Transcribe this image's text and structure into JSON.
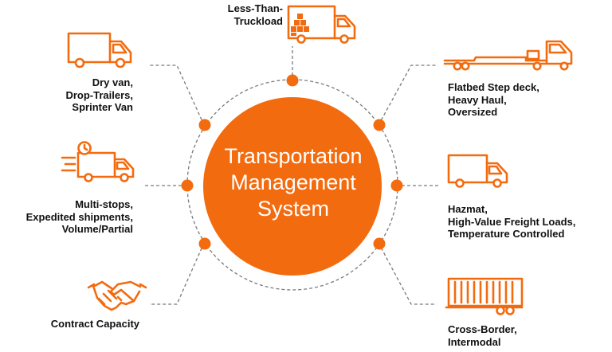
{
  "colors": {
    "accent": "#f36b0f",
    "text": "#111111",
    "dashed": "#7a7a7a"
  },
  "center": {
    "lines": [
      "Transportation",
      "Management",
      "System"
    ]
  },
  "categories": [
    {
      "id": "ltl",
      "icon": "small-delivery-truck-icon",
      "lines": [
        "Less-Than-",
        "Truckload"
      ]
    },
    {
      "id": "dry-van",
      "icon": "box-truck-icon",
      "lines": [
        "Dry van,",
        "Drop-Trailers,",
        "Sprinter Van"
      ]
    },
    {
      "id": "flatbed",
      "icon": "flatbed-truck-icon",
      "lines": [
        "Flatbed Step deck,",
        "Heavy Haul,",
        "Oversized"
      ]
    },
    {
      "id": "multi-stops",
      "icon": "fast-delivery-truck-icon",
      "lines": [
        "Multi-stops,",
        "Expedited shipments,",
        "Volume/Partial"
      ]
    },
    {
      "id": "hazmat",
      "icon": "cargo-truck-icon",
      "lines": [
        "Hazmat,",
        "High-Value Freight Loads,",
        "Temperature Controlled"
      ]
    },
    {
      "id": "contract",
      "icon": "handshake-icon",
      "lines": [
        "Contract Capacity"
      ]
    },
    {
      "id": "cross-border",
      "icon": "container-trailer-icon",
      "lines": [
        "Cross-Border,",
        "Intermodal"
      ]
    }
  ]
}
